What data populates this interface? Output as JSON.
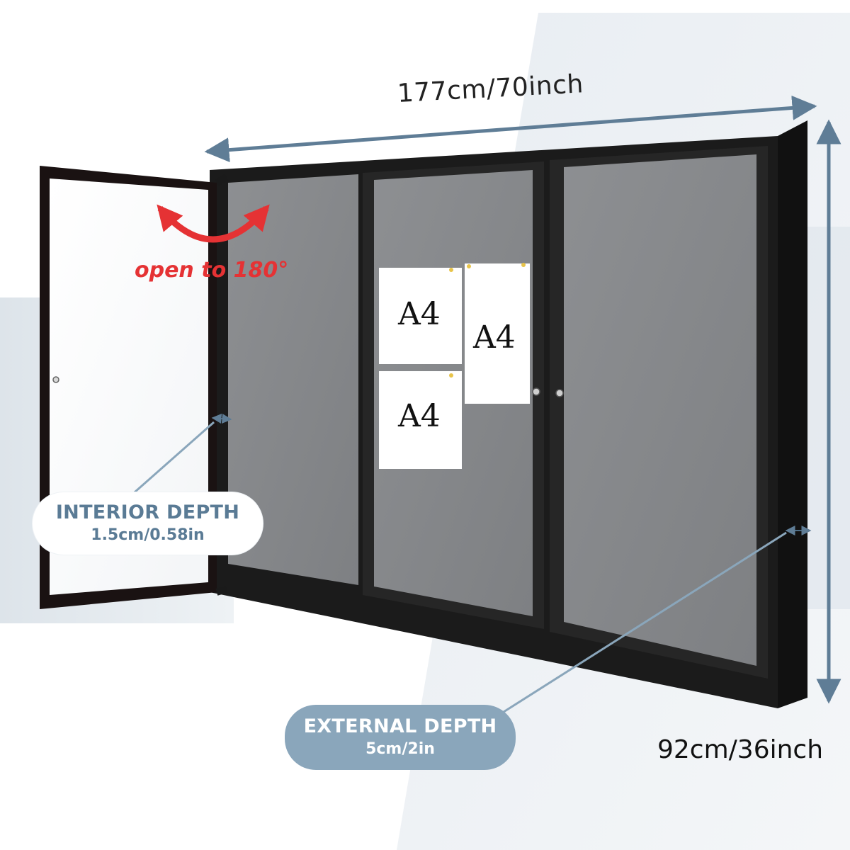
{
  "dimensions": {
    "width_label": "177cm/70inch",
    "height_label": "92cm/36inch"
  },
  "door": {
    "open_label": "open to 180°"
  },
  "callouts": {
    "interior": {
      "title": "INTERIOR DEPTH",
      "value": "1.5cm/0.58in"
    },
    "external": {
      "title": "EXTERNAL DEPTH",
      "value": "5cm/2in"
    }
  },
  "papers": [
    {
      "label": "A4"
    },
    {
      "label": "A4"
    },
    {
      "label": "A4"
    }
  ],
  "colors": {
    "frame": "#1b1b1b",
    "board": "#8a8c8f",
    "dimension_arrow": "#5f7d96",
    "open_arrow": "#e53234",
    "external_pill": "#8aa6bb",
    "interior_text": "#5a7b95"
  }
}
